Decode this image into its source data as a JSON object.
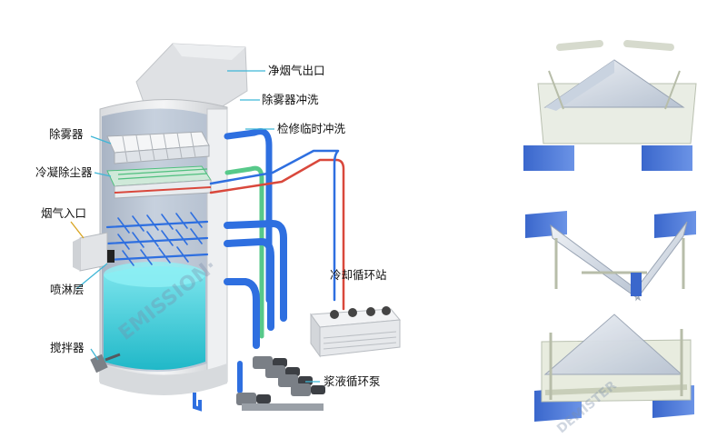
{
  "labels": {
    "clean_gas_outlet": "净烟气出口",
    "demister_flush": "除雾器冲洗",
    "maintenance_flush": "检修临时冲洗",
    "demister": "除雾器",
    "condensing_dust_remover": "冷凝除尘器",
    "flue_gas_inlet": "烟气入口",
    "spray_layer": "喷淋层",
    "cooling_station": "冷却循环站",
    "agitator": "搅拌器",
    "slurry_pump": "浆液循环泵"
  },
  "colors": {
    "water_blue": "#2e6fe0",
    "cool_green": "#57c98a",
    "hot_red": "#d9483c",
    "slurry": "#3fd0de",
    "tower": "#e7e9ec",
    "frame_blue": "#4a78d8"
  }
}
